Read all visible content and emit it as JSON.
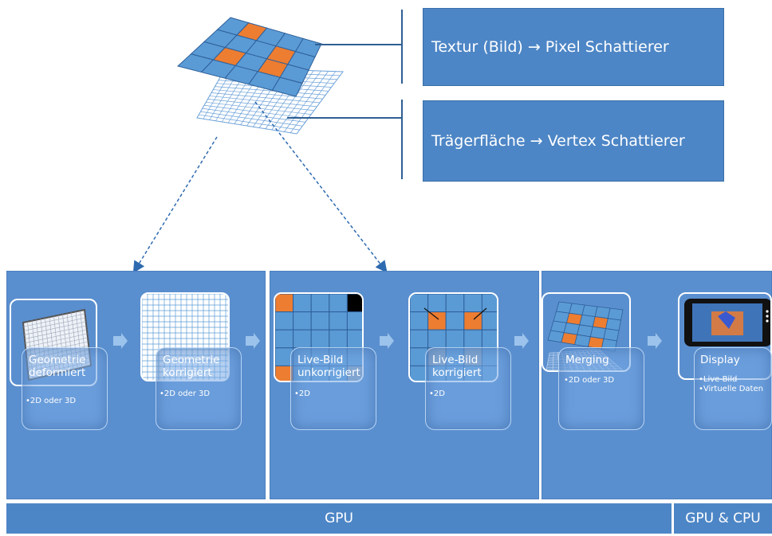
{
  "callouts": {
    "texture": "Textur (Bild) → Pixel Schattierer",
    "carrier": "Trägerfläche → Vertex Schattierer"
  },
  "stages": [
    {
      "title": "Geometrie deformiert",
      "items": [
        "•2D oder 3D"
      ]
    },
    {
      "title": "Geometrie korrigiert",
      "items": [
        "•2D oder 3D"
      ]
    },
    {
      "title": "Live-Bild unkorrigiert",
      "items": [
        "•2D"
      ]
    },
    {
      "title": "Live-Bild korrigiert",
      "items": [
        "•2D"
      ]
    },
    {
      "title": "Merging",
      "items": [
        "•2D oder 3D"
      ]
    },
    {
      "title": "Display",
      "items": [
        "•Live-Bild",
        "•Virtuelle Daten"
      ]
    }
  ],
  "bars": {
    "gpu": "GPU",
    "gpu_cpu": "GPU & CPU"
  },
  "colors": {
    "panel": "#5a8fcf",
    "tile": "#5b9bd5",
    "highlight": "#ed7d31",
    "bar": "#4d86c6"
  },
  "icons": [
    "chevron-right-icon"
  ]
}
